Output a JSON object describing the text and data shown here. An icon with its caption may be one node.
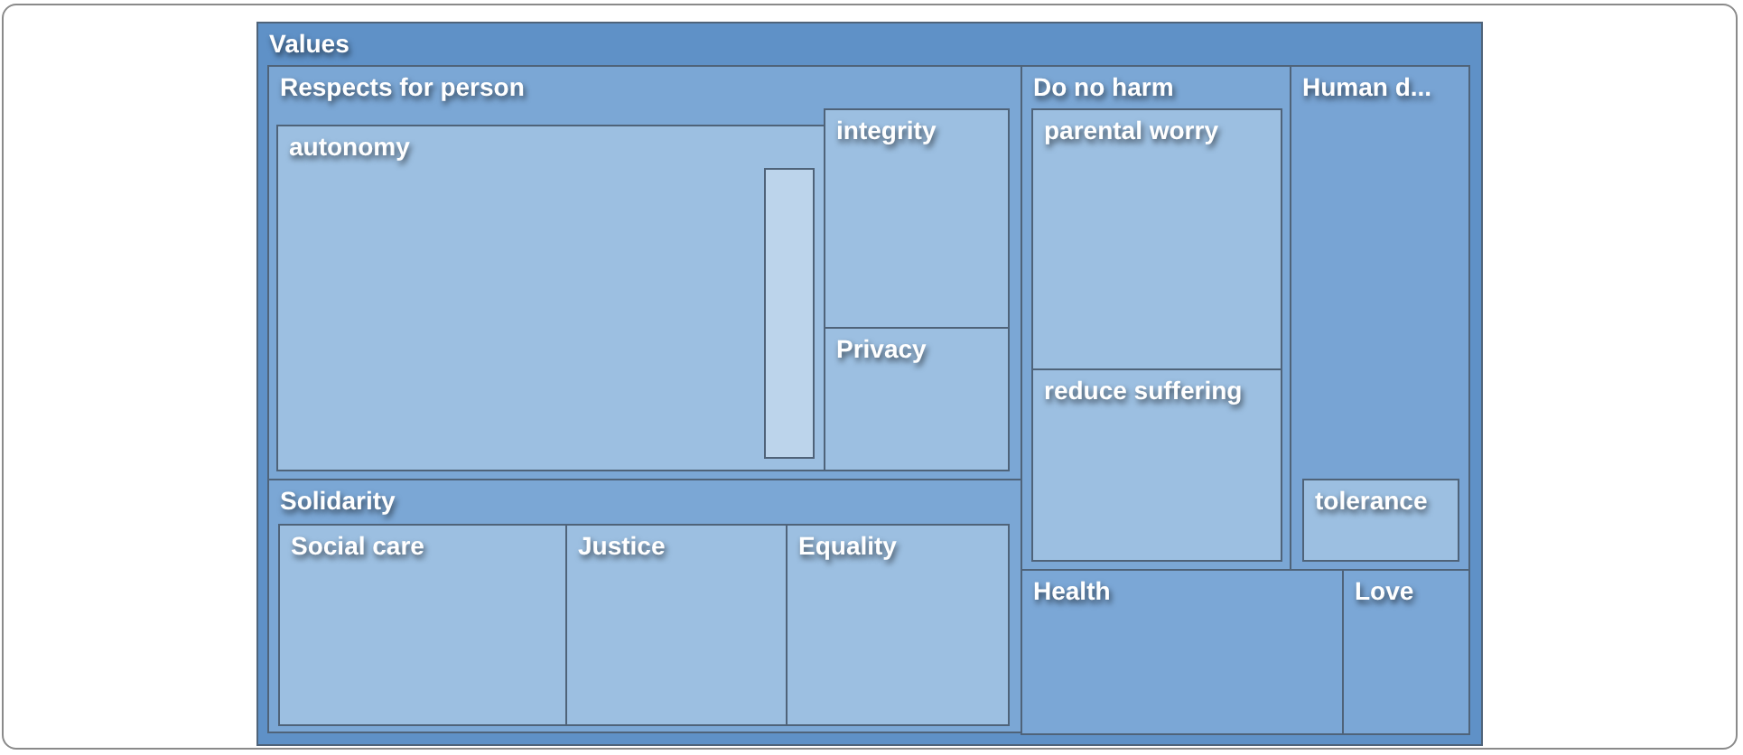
{
  "diagram": {
    "nodes": [
      {
        "text": [
          "Values"
        ]
      },
      {
        "text": [
          "Respects for person"
        ],
        "in": 0
      },
      {
        "text": [
          "autonomy"
        ],
        "in": 1
      },
      {
        "text": [],
        "shape": "box",
        "in": 2
      },
      {
        "text": [
          "integrity"
        ],
        "in": 1
      },
      {
        "text": [
          "Privacy"
        ],
        "in": 1
      },
      {
        "text": [
          "Solidarity"
        ],
        "in": 0
      },
      {
        "text": [
          "Social care"
        ],
        "in": 6
      },
      {
        "text": [
          "Justice"
        ],
        "in": 6
      },
      {
        "text": [
          "Equality"
        ],
        "in": 6
      },
      {
        "text": [
          "Do no harm"
        ],
        "in": 0
      },
      {
        "text": [
          "parental worry"
        ],
        "in": 10
      },
      {
        "text": [
          "reduce suffering"
        ],
        "in": 10
      },
      {
        "text": [
          "Human d..."
        ],
        "in": 0
      },
      {
        "text": [
          "tolerance"
        ],
        "in": 13
      },
      {
        "text": [
          "Health"
        ],
        "in": 0
      },
      {
        "text": [
          "Love"
        ],
        "in": 0
      }
    ],
    "edges": []
  }
}
